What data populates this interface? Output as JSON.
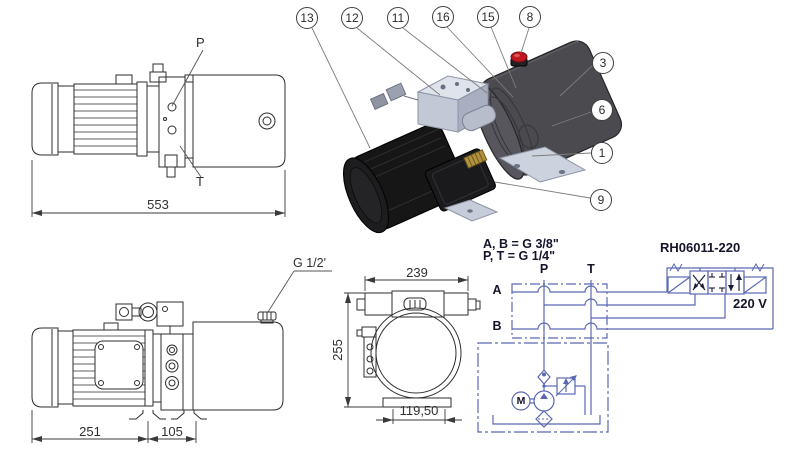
{
  "views": {
    "side_top": {
      "port_p": "P",
      "port_t": "T",
      "dim_length": "553"
    },
    "iso": {
      "callouts_top": [
        "13",
        "12",
        "11",
        "16",
        "15",
        "8"
      ],
      "callouts_right": [
        "3",
        "6",
        "1",
        "9"
      ],
      "cap_color": "#bf1820"
    },
    "side_bottom": {
      "filler_port_label": "G 1/2'",
      "dim_motor": "251",
      "dim_center": "105"
    },
    "front": {
      "dim_width": "239",
      "dim_height": "255",
      "dim_base": "119,50"
    },
    "schematic": {
      "note1": "A, B = G 3/8\"",
      "note2": "P, T = G 1/4\"",
      "model": "RH06011-220",
      "voltage": "220 V",
      "port_p": "P",
      "port_t": "T",
      "port_a": "A",
      "port_b": "B",
      "motor_symbol": "M",
      "line_color": "#5a68b2"
    }
  }
}
